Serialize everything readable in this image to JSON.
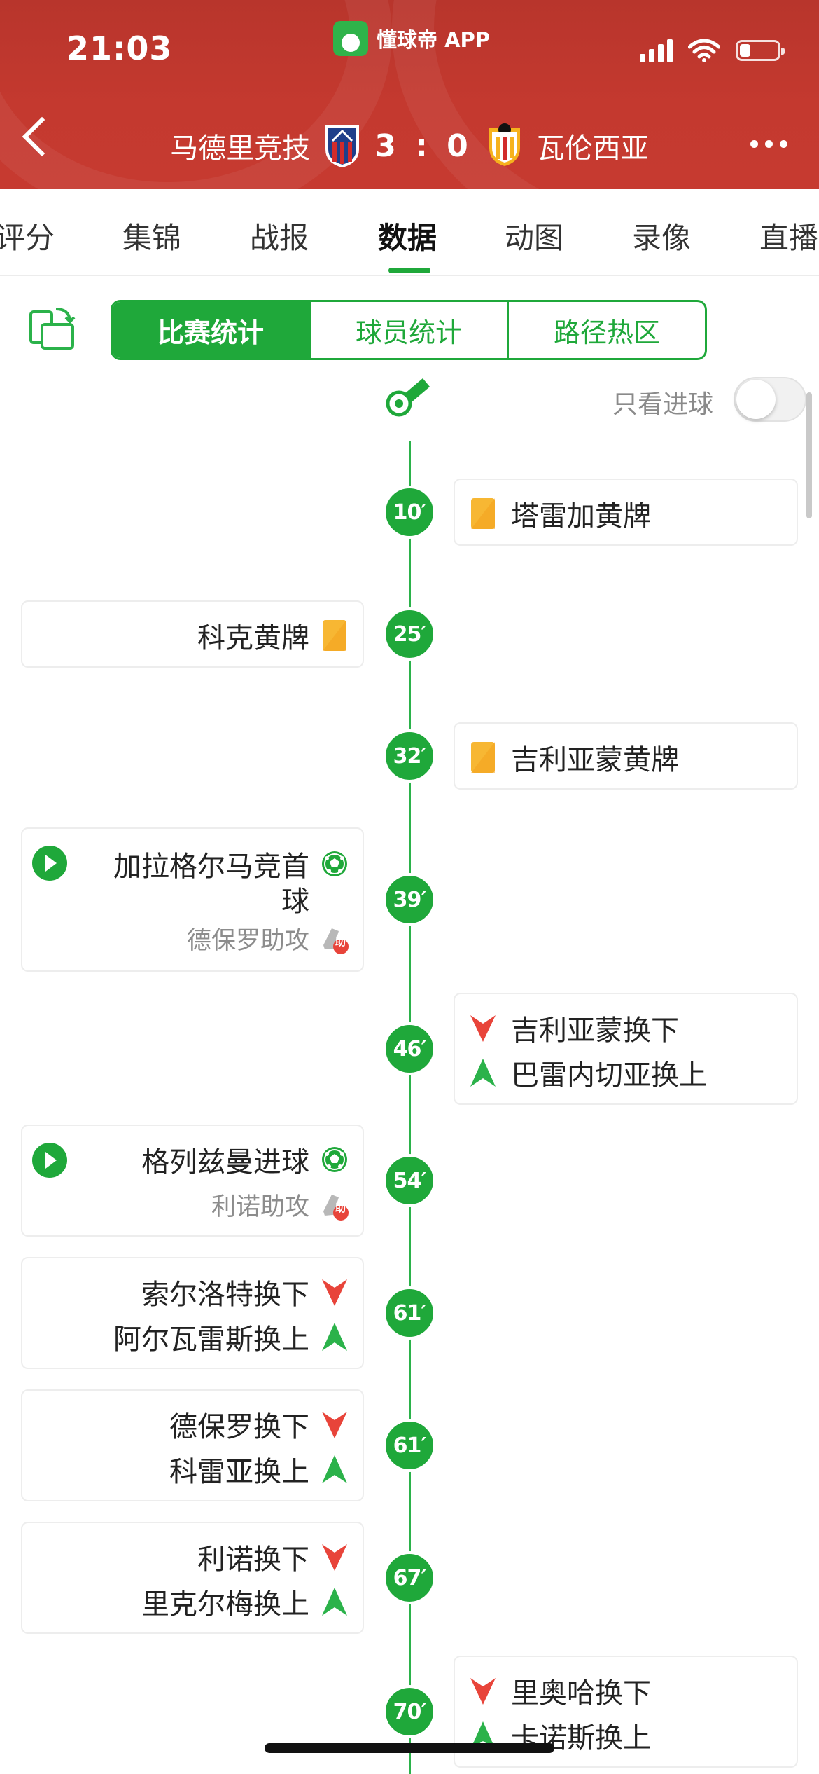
{
  "status_bar": {
    "time": "21:03",
    "app_badge": "懂球帝 APP"
  },
  "match": {
    "home_team": "马德里竞技",
    "away_team": "瓦伦西亚",
    "score": "3 : 0",
    "home_crest_icon": "atletico-crest-icon",
    "away_crest_icon": "valencia-crest-icon"
  },
  "tabs": [
    {
      "label": "评分"
    },
    {
      "label": "集锦"
    },
    {
      "label": "战报"
    },
    {
      "label": "数据",
      "active": true
    },
    {
      "label": "动图"
    },
    {
      "label": "录像"
    },
    {
      "label": "直播"
    }
  ],
  "segments": [
    {
      "label": "比赛统计",
      "active": true
    },
    {
      "label": "球员统计"
    },
    {
      "label": "路径热区"
    }
  ],
  "filter": {
    "only_goals_label": "只看进球",
    "only_goals_on": false
  },
  "events": [
    {
      "minute": "10′",
      "side": "right",
      "lines": [
        {
          "text": "塔雷加黄牌",
          "icon": "yellow-card-icon"
        }
      ]
    },
    {
      "minute": "25′",
      "side": "left",
      "lines": [
        {
          "text": "科克黄牌",
          "icon": "yellow-card-icon"
        }
      ]
    },
    {
      "minute": "32′",
      "side": "right",
      "lines": [
        {
          "text": "吉利亚蒙黄牌",
          "icon": "yellow-card-icon"
        }
      ]
    },
    {
      "minute": "39′",
      "side": "left",
      "has_video": true,
      "lines": [
        {
          "text": "加拉格尔马竞首",
          "icon": "goal-ball-icon"
        },
        {
          "text": "球"
        },
        {
          "text": "德保罗助攻",
          "icon": "assist-boot-icon",
          "secondary": true
        }
      ]
    },
    {
      "minute": "46′",
      "side": "right",
      "lines": [
        {
          "text": "吉利亚蒙换下",
          "icon": "sub-out-icon"
        },
        {
          "text": "巴雷内切亚换上",
          "icon": "sub-in-icon"
        }
      ]
    },
    {
      "minute": "54′",
      "side": "left",
      "has_video": true,
      "lines": [
        {
          "text": "格列兹曼进球",
          "icon": "goal-ball-icon"
        },
        {
          "text": "利诺助攻",
          "icon": "assist-boot-icon",
          "secondary": true
        }
      ]
    },
    {
      "minute": "61′",
      "side": "left",
      "lines": [
        {
          "text": "索尔洛特换下",
          "icon": "sub-out-icon"
        },
        {
          "text": "阿尔瓦雷斯换上",
          "icon": "sub-in-icon"
        }
      ]
    },
    {
      "minute": "61′",
      "side": "left",
      "lines": [
        {
          "text": "德保罗换下",
          "icon": "sub-out-icon"
        },
        {
          "text": "科雷亚换上",
          "icon": "sub-in-icon"
        }
      ]
    },
    {
      "minute": "67′",
      "side": "left",
      "lines": [
        {
          "text": "利诺换下",
          "icon": "sub-out-icon"
        },
        {
          "text": "里克尔梅换上",
          "icon": "sub-in-icon"
        }
      ]
    },
    {
      "minute": "70′",
      "side": "right",
      "lines": [
        {
          "text": "里奥哈换下",
          "icon": "sub-out-icon"
        },
        {
          "text": "卡诺斯换上",
          "icon": "sub-in-icon"
        }
      ]
    }
  ],
  "assist_badge": "助",
  "colors": {
    "header_red": "#c4392f",
    "accent_green": "#1fa83a",
    "sub_out_red": "#e8443a",
    "sub_in_green": "#2bb24a",
    "yellow_card": "#f7b733"
  }
}
